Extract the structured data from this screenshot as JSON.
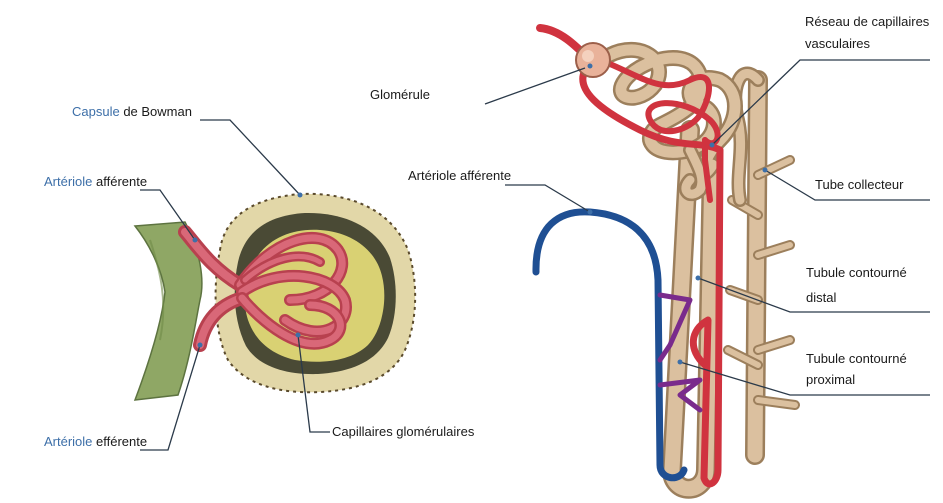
{
  "colors": {
    "artery_red": "#d0333f",
    "vein_blue": "#1f4f93",
    "tubule_tan": "#dbc09f",
    "capillary_pink": "#cf5b70",
    "vessel_green": "#8fa765",
    "capsule_fill": "#d8c98f",
    "label_blue": "#3d6fa8"
  },
  "left_labels": {
    "bowman_capsule_part1": "Capsule",
    "bowman_capsule_part2": " de Bowman",
    "afferent_part1": "Artériole",
    "afferent_part2": " afférente",
    "efferent_part1": "Artériole",
    "efferent_part2": " efférente",
    "glomerular_capillaries": "Capillaires glomérulaires"
  },
  "right_labels": {
    "glomerulus": "Glomérule",
    "afferent_arteriole": "Artériole afférente",
    "capillary_network_line1": "Réseau de capillaires",
    "capillary_network_line2": "vasculaires",
    "collecting_tube": "Tube collecteur",
    "distal_tubule_line1": "Tubule contourné",
    "distal_tubule_line2": "distal",
    "proximal_tubule_line1": "Tubule contourné",
    "proximal_tubule_line2": "proximal"
  }
}
